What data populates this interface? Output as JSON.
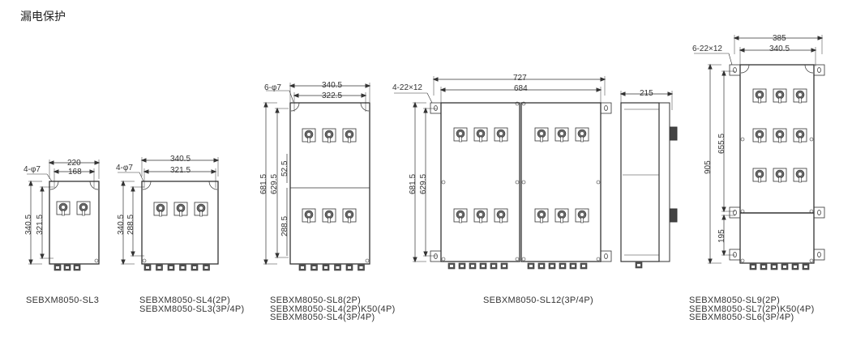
{
  "title": "漏电保护",
  "models": [
    {
      "captions": [
        "SEBXM8050-SL3"
      ],
      "dims": {
        "width_outer": "220",
        "width_inner": "168",
        "height_outer": "340.5",
        "height_inner": "321.5",
        "holes": "4-φ7"
      }
    },
    {
      "captions": [
        "SEBXM8050-SL4(2P)",
        "SEBXM8050-SL3(3P/4P)"
      ],
      "dims": {
        "width_outer": "340.5",
        "width_inner": "321.5",
        "height_outer": "340.5",
        "height_inner": "288.5",
        "holes": "4-φ7"
      }
    },
    {
      "captions": [
        "SEBXM8050-SL8(2P)",
        "SEBXM8050-SL4(2P)K50(4P)",
        "SEBXM8050-SL4(3P/4P)"
      ],
      "dims": {
        "width_outer": "340.5",
        "width_inner": "322.5",
        "height_outer": "681.5",
        "height_inner": "629.5",
        "height_gap": "52.5",
        "height_lower": "288.5",
        "holes": "6-φ7"
      }
    },
    {
      "captions": [
        "SEBXM8050-SL12(3P/4P)"
      ],
      "dims": {
        "width_outer": "727",
        "width_inner": "684",
        "height_outer": "681.5",
        "height_inner": "629.5",
        "depth": "215",
        "holes": "4-22×12"
      }
    },
    {
      "captions": [
        "SEBXM8050-SL9(2P)",
        "SEBXM8050-SL7(2P)K50(4P)",
        "SEBXM8050-SL6(3P/4P)"
      ],
      "dims": {
        "width_outer": "385",
        "width_inner": "340.5",
        "height_outer": "905",
        "height_upper": "655.5",
        "height_lower": "195",
        "holes": "6-22×12"
      }
    }
  ]
}
